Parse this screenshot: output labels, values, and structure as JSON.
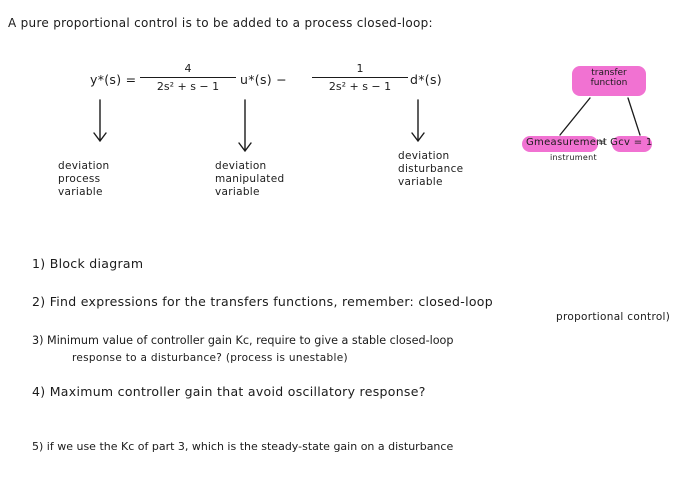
{
  "title": "A pure proportional control is to be added to a process closed-loop:",
  "equation": {
    "y_lhs": "y*(s) =",
    "frac1_num": "4",
    "frac1_den": "2s² + s − 1",
    "u_term": "u*(s) −",
    "frac2_num": "1",
    "frac2_den": "2s² + s − 1",
    "d_term": "d*(s)"
  },
  "labels": {
    "deviation_process": [
      "deviation",
      "process",
      "variable"
    ],
    "deviation_manipulated": [
      "deviation",
      "manipulated",
      "variable"
    ],
    "deviation_disturbance": [
      "deviation",
      "disturbance",
      "variable"
    ]
  },
  "transfer_function": {
    "label_line1": "transfer",
    "label_line2": "function",
    "g_measurement": "Gmeasurement",
    "instrument": "instrument",
    "equation": "= Gcv = 1"
  },
  "questions": [
    "1) Block diagram",
    "2) Find expressions for the transfers functions, remember: closed-loop",
    "3) Minimum value of controller gain Kc, require to give a stable closed-loop",
    "4) Maximum controller gain that avoid oscillatory response?",
    "5) if we use the Kc of part 3, which is the steady-state gain on a disturbance"
  ],
  "question_notes": {
    "q2_note": "proportional control)",
    "q3_note": "response to a disturbance? (process is unestable)"
  }
}
